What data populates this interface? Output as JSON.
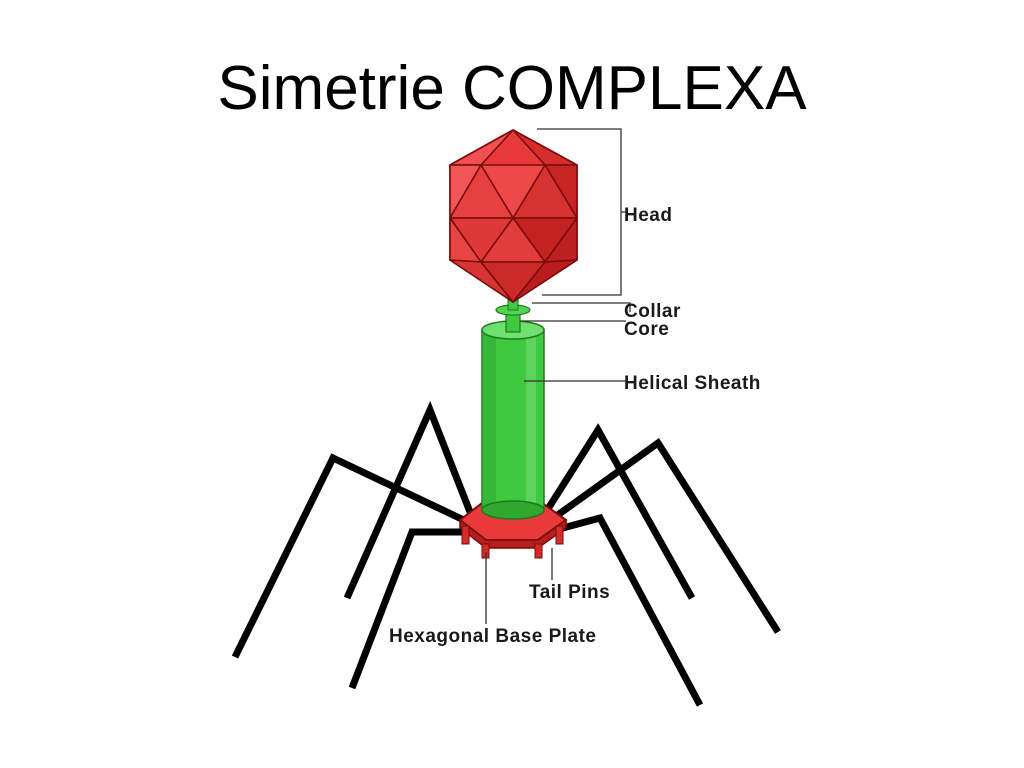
{
  "slide": {
    "title": "Simetrie COMPLEXA"
  },
  "diagram": {
    "labels": {
      "head": "Head",
      "collar": "Collar",
      "core": "Core",
      "helical_sheath": "Helical Sheath",
      "tail_pins": "Tail Pins",
      "base_plate": "Hexagonal Base Plate"
    }
  },
  "colors": {
    "head_fill": "#e83a3a",
    "head_edge": "#7a0c0c",
    "sheath_fill": "#3ec93e",
    "base_plate_fill": "#e83a3a",
    "legs": "#000000"
  }
}
